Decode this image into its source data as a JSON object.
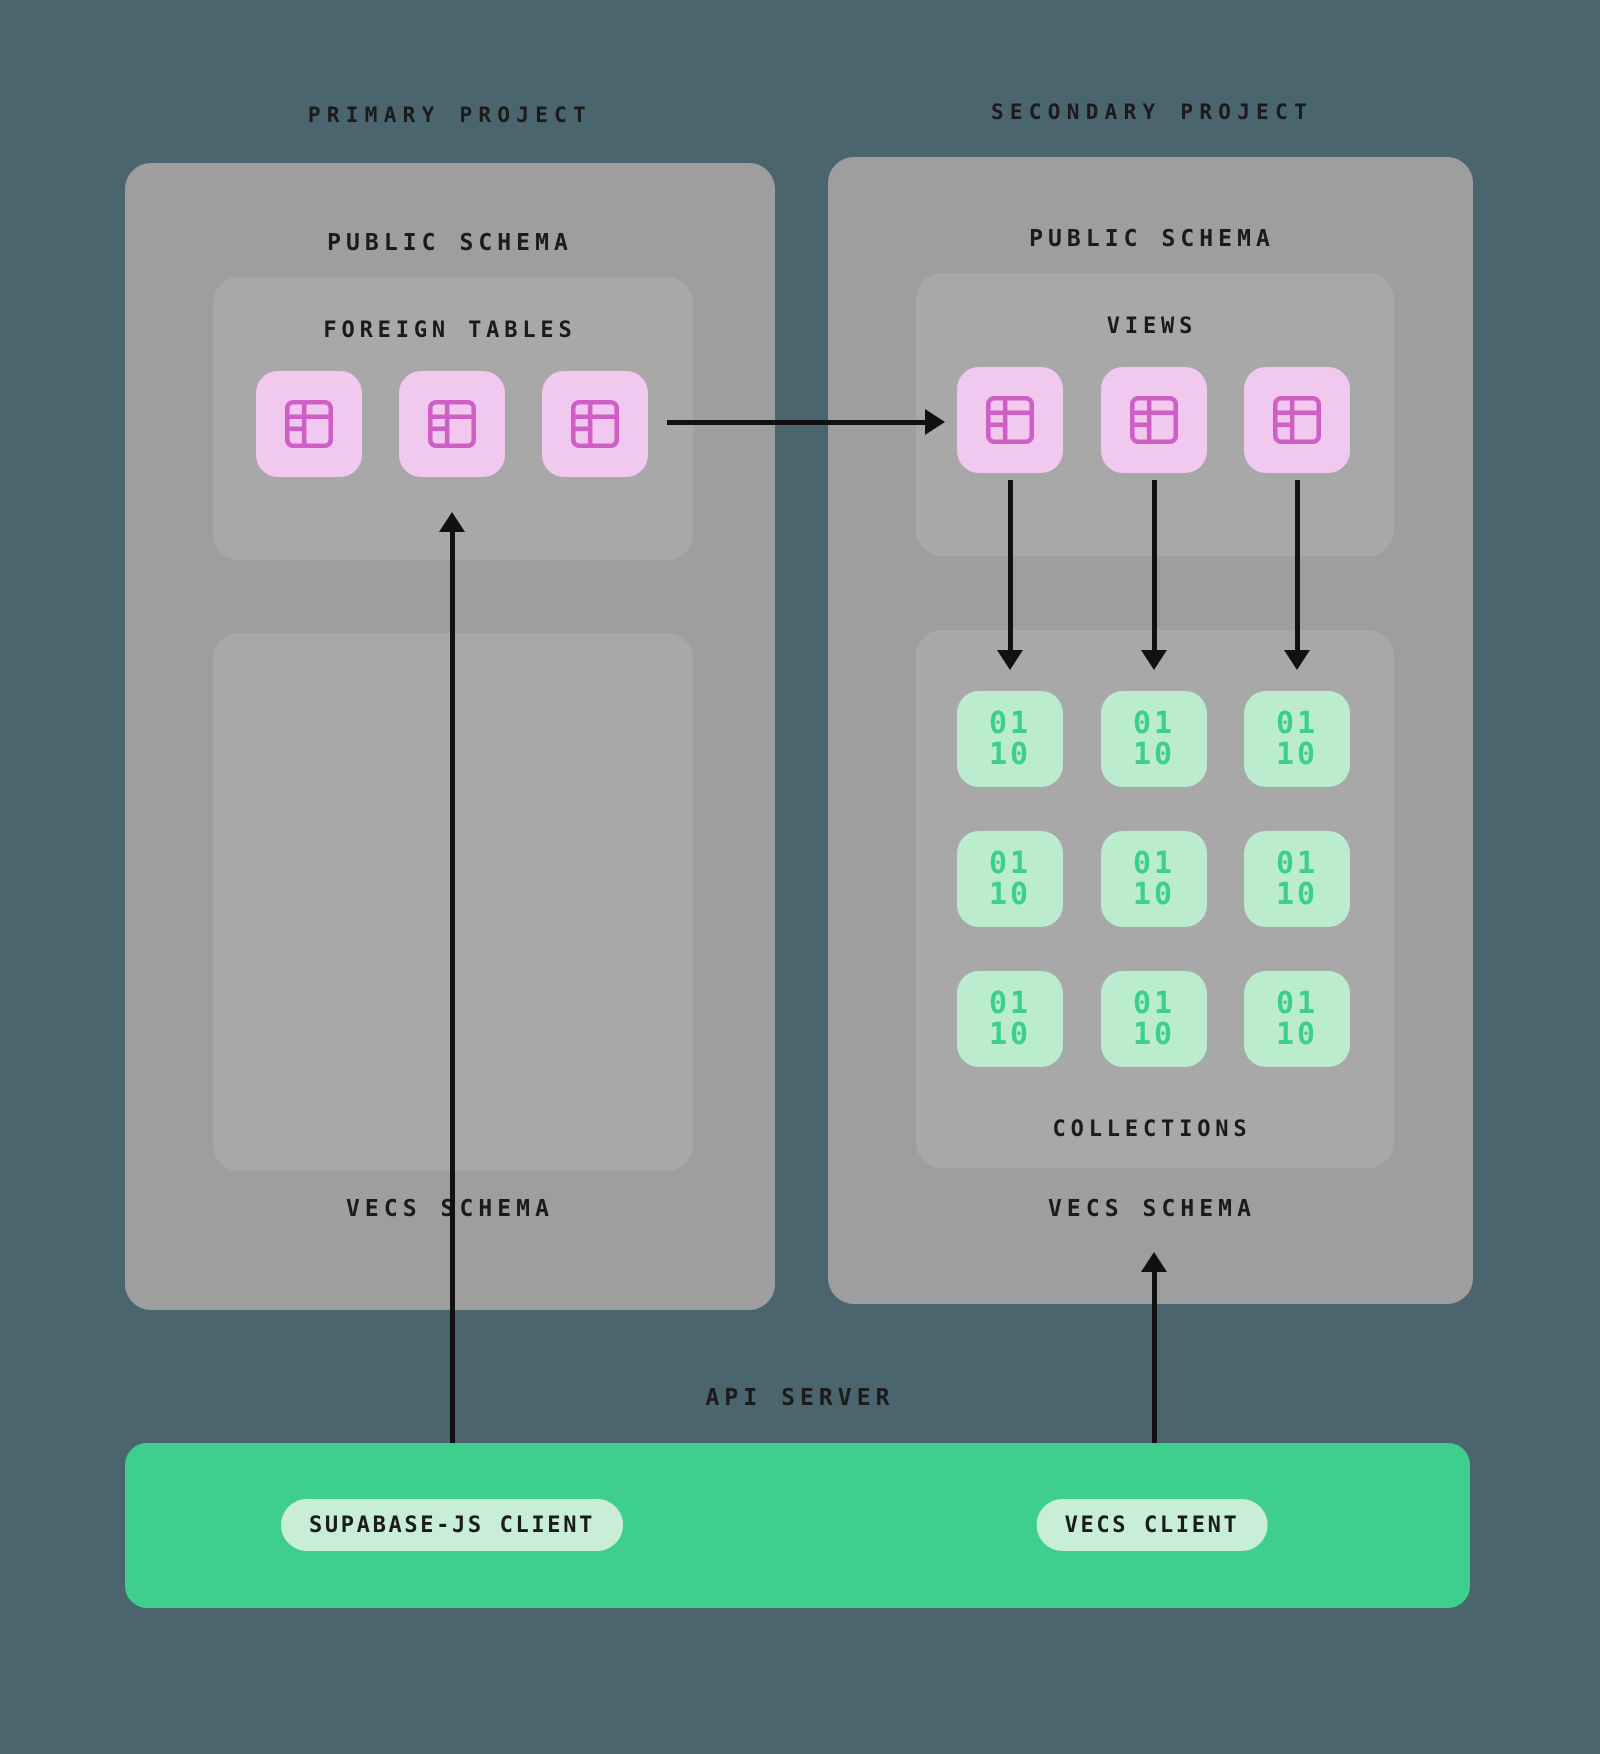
{
  "background_color": "#4a656d",
  "colors": {
    "panel": "#9e9e9e",
    "inner_panel": "#a8a8a8",
    "table_tile": "#f2c9ee",
    "table_icon": "#cf5fc4",
    "collection_tile": "#baeccd",
    "collection_text": "#3ecf8e",
    "api_bar": "#3ecf8e",
    "pill": "#c8eed8",
    "arrow": "#111111",
    "label": "#1b1b1b"
  },
  "primary_project": {
    "title": "PRIMARY PROJECT",
    "public_schema_label": "PUBLIC SCHEMA",
    "vecs_schema_label": "VECS SCHEMA",
    "foreign_tables": {
      "label": "FOREIGN TABLES",
      "icon": "table-icon",
      "count": 3,
      "items": [
        {
          "icon": "table-icon"
        },
        {
          "icon": "table-icon"
        },
        {
          "icon": "table-icon"
        }
      ]
    },
    "vecs_group": {
      "label": "",
      "items": []
    }
  },
  "secondary_project": {
    "title": "SECONDARY PROJECT",
    "public_schema_label": "PUBLIC SCHEMA",
    "vecs_schema_label": "VECS SCHEMA",
    "views": {
      "label": "VIEWS",
      "icon": "table-icon",
      "count": 3,
      "items": [
        {
          "icon": "table-icon"
        },
        {
          "icon": "table-icon"
        },
        {
          "icon": "table-icon"
        }
      ]
    },
    "collections": {
      "label": "COLLECTIONS",
      "count": 9,
      "items": [
        {
          "text": "01\n10"
        },
        {
          "text": "01\n10"
        },
        {
          "text": "01\n10"
        },
        {
          "text": "01\n10"
        },
        {
          "text": "01\n10"
        },
        {
          "text": "01\n10"
        },
        {
          "text": "01\n10"
        },
        {
          "text": "01\n10"
        },
        {
          "text": "01\n10"
        }
      ]
    }
  },
  "api_server": {
    "label": "API SERVER",
    "clients": [
      {
        "label": "SUPABASE-JS CLIENT"
      },
      {
        "label": "VECS CLIENT"
      }
    ]
  },
  "arrows": [
    {
      "name": "foreign-tables-to-views",
      "direction": "right"
    },
    {
      "name": "view-1-to-collection-1",
      "direction": "down"
    },
    {
      "name": "view-2-to-collection-2",
      "direction": "down"
    },
    {
      "name": "view-3-to-collection-3",
      "direction": "down"
    },
    {
      "name": "supabase-js-client-to-foreign-tables",
      "direction": "up"
    },
    {
      "name": "vecs-client-to-vecs-schema",
      "direction": "up"
    }
  ]
}
